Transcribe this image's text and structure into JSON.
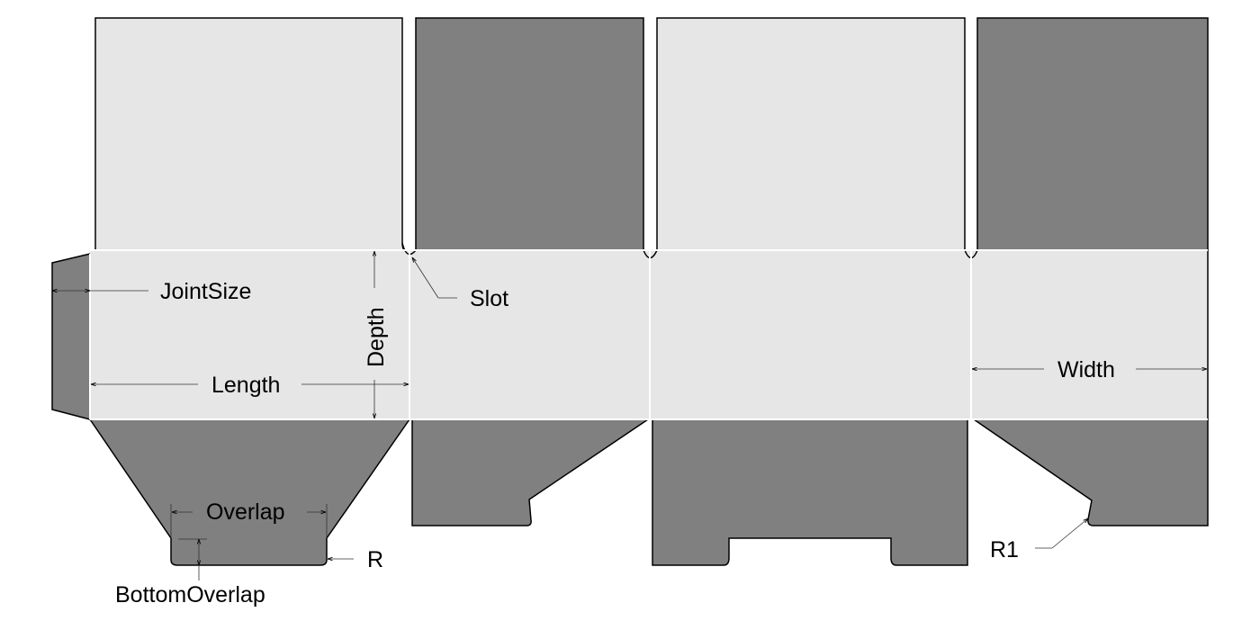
{
  "labels": {
    "joint_size": "JointSize",
    "slot": "Slot",
    "depth": "Depth",
    "length": "Length",
    "width": "Width",
    "overlap": "Overlap",
    "bottom_overlap": "BottomOverlap",
    "r": "R",
    "r1": "R1"
  },
  "colors": {
    "light_panel": "#e6e6e6",
    "dark_panel": "#808080",
    "outline": "#000000"
  }
}
